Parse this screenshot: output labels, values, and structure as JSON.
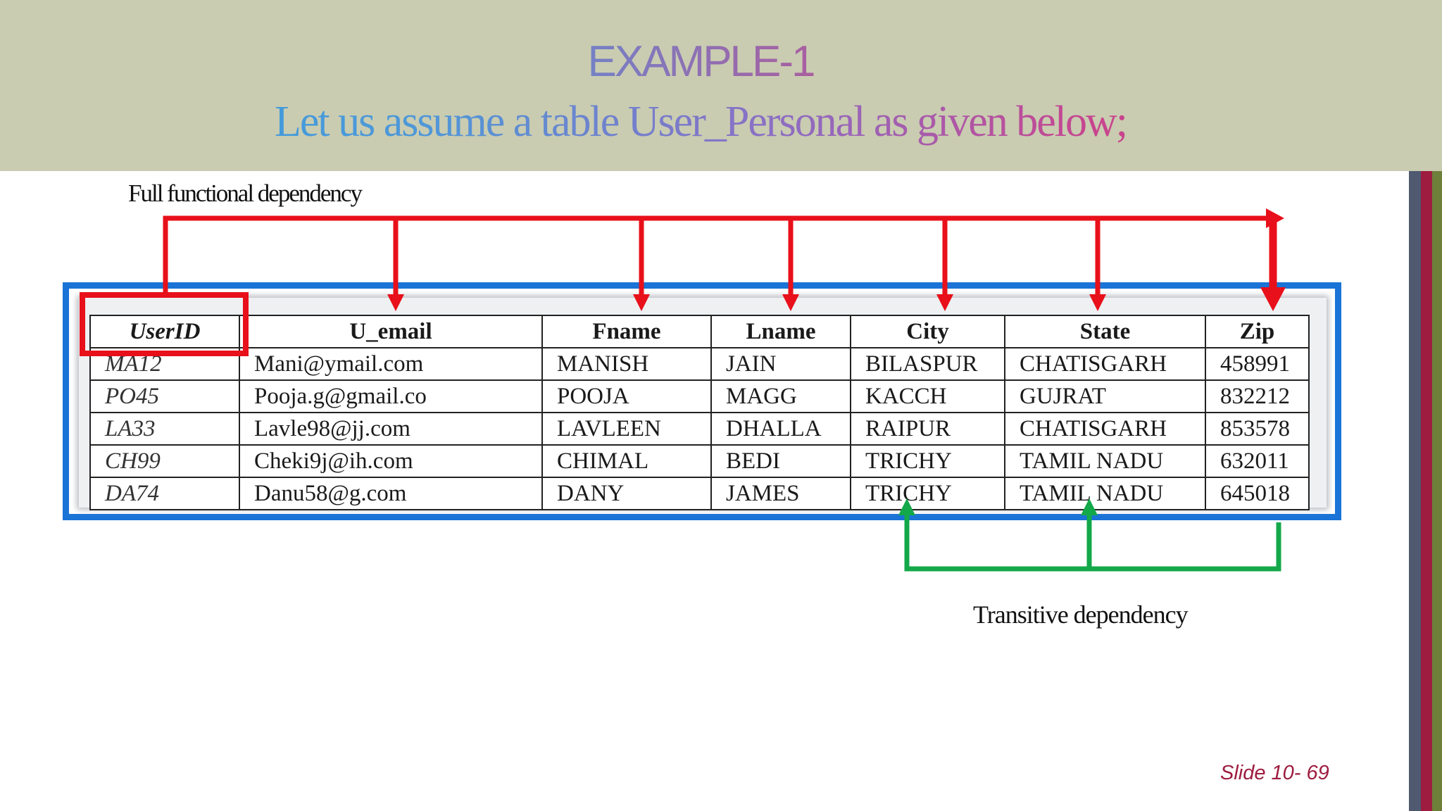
{
  "slide": {
    "title": "EXAMPLE-1",
    "subtitle": "Let us assume a table User_Personal as given below;",
    "slide_number": "Slide 10- 69"
  },
  "labels": {
    "full_dependency": "Full functional dependency",
    "transitive_dependency": "Transitive dependency"
  },
  "colors": {
    "header_band": "#c9ccb1",
    "full_dependency_arrow": "#e8101a",
    "transitive_dependency_arrow": "#13a84a",
    "table_frame": "#1a73d6"
  },
  "table": {
    "columns": [
      "UserID",
      "U_email",
      "Fname",
      "Lname",
      "City",
      "State",
      "Zip"
    ],
    "rows": [
      [
        "MA12",
        "Mani@ymail.com",
        "MANISH",
        "JAIN",
        "BILASPUR",
        "CHATISGARH",
        "458991"
      ],
      [
        "PO45",
        "Pooja.g@gmail.co",
        "POOJA",
        "MAGG",
        "KACCH",
        "GUJRAT",
        "832212"
      ],
      [
        "LA33",
        "Lavle98@jj.com",
        "LAVLEEN",
        "DHALLA",
        "RAIPUR",
        "CHATISGARH",
        "853578"
      ],
      [
        "CH99",
        "Cheki9j@ih.com",
        "CHIMAL",
        "BEDI",
        "TRICHY",
        "TAMIL NADU",
        "632011"
      ],
      [
        "DA74",
        "Danu58@g.com",
        "DANY",
        "JAMES",
        "TRICHY",
        "TAMIL NADU",
        "645018"
      ]
    ]
  }
}
